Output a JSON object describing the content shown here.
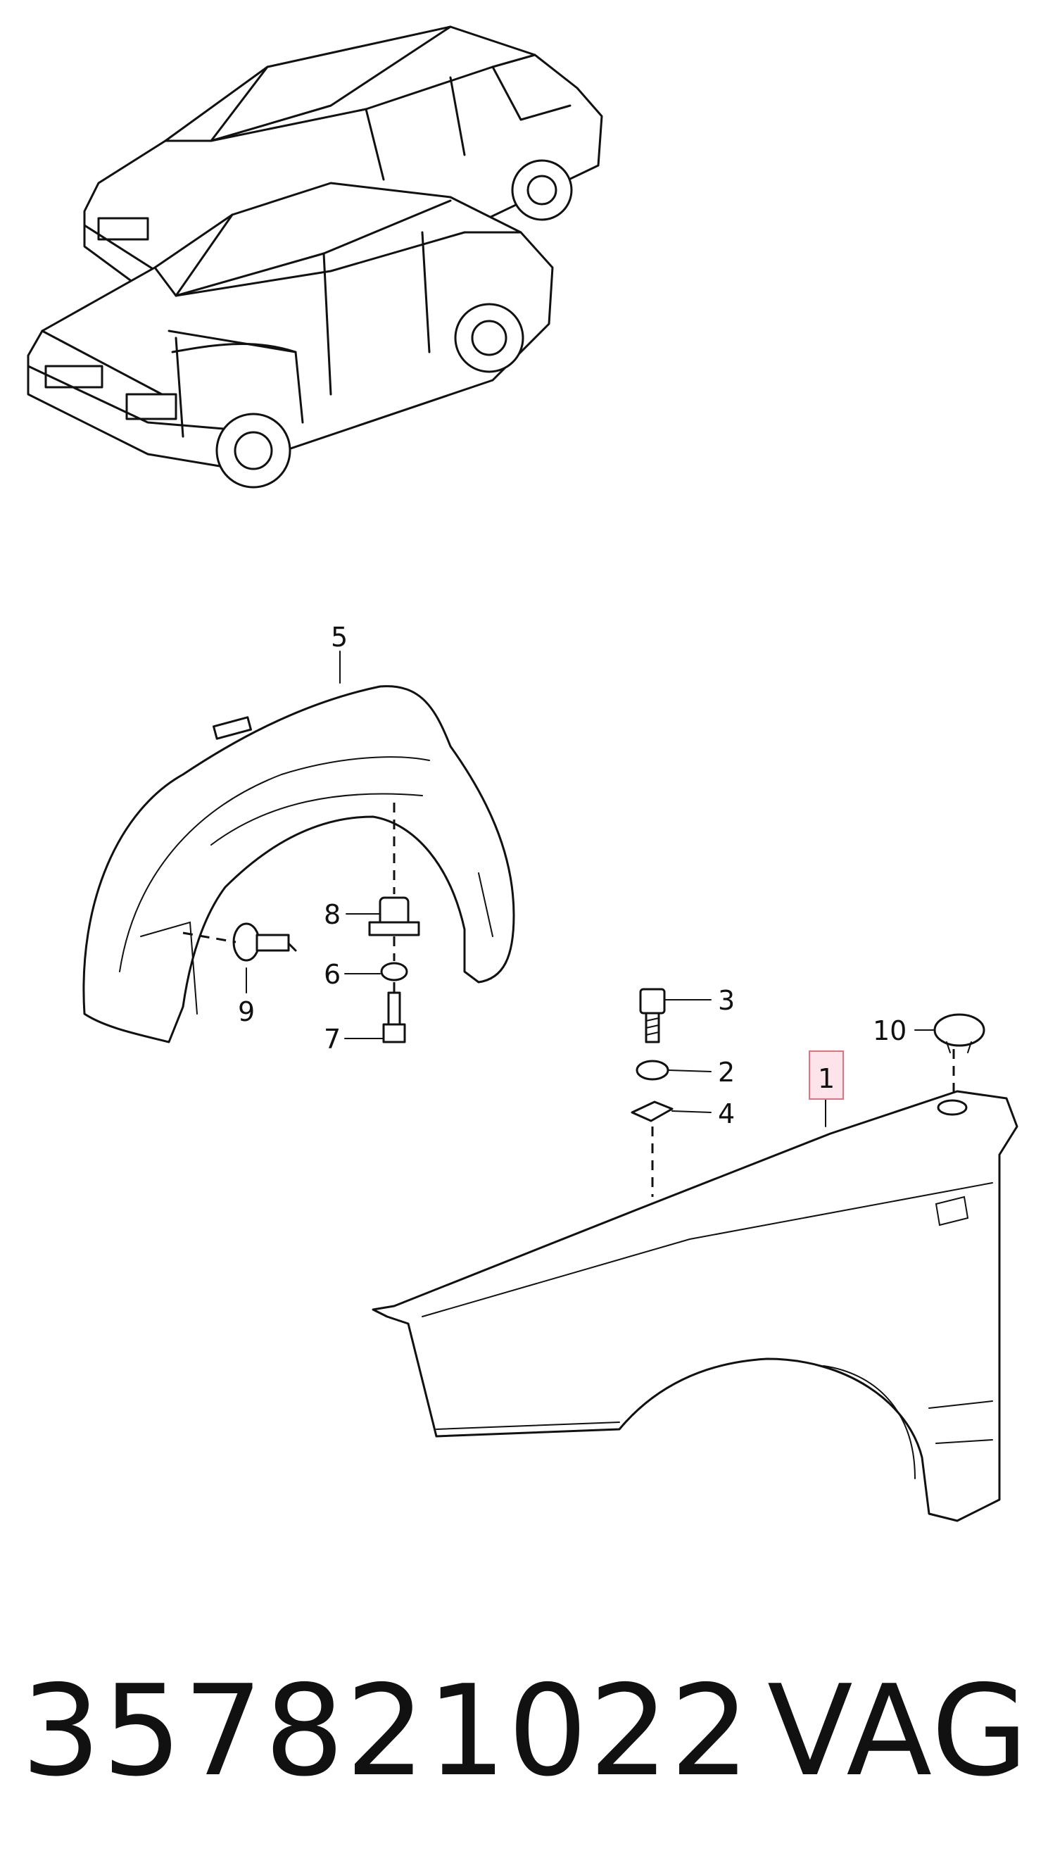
{
  "callouts": [
    {
      "id": "1",
      "label": "1",
      "highlighted": true
    },
    {
      "id": "2",
      "label": "2"
    },
    {
      "id": "3",
      "label": "3"
    },
    {
      "id": "4",
      "label": "4"
    },
    {
      "id": "5",
      "label": "5"
    },
    {
      "id": "6",
      "label": "6"
    },
    {
      "id": "7",
      "label": "7"
    },
    {
      "id": "8",
      "label": "8"
    },
    {
      "id": "9",
      "label": "9"
    },
    {
      "id": "10",
      "label": "10"
    }
  ],
  "footer": {
    "part_number": "357821022",
    "brand": "VAG"
  },
  "colors": {
    "line": "#111111",
    "highlight_fill": "#fde3ea",
    "highlight_border": "#e5707f"
  }
}
